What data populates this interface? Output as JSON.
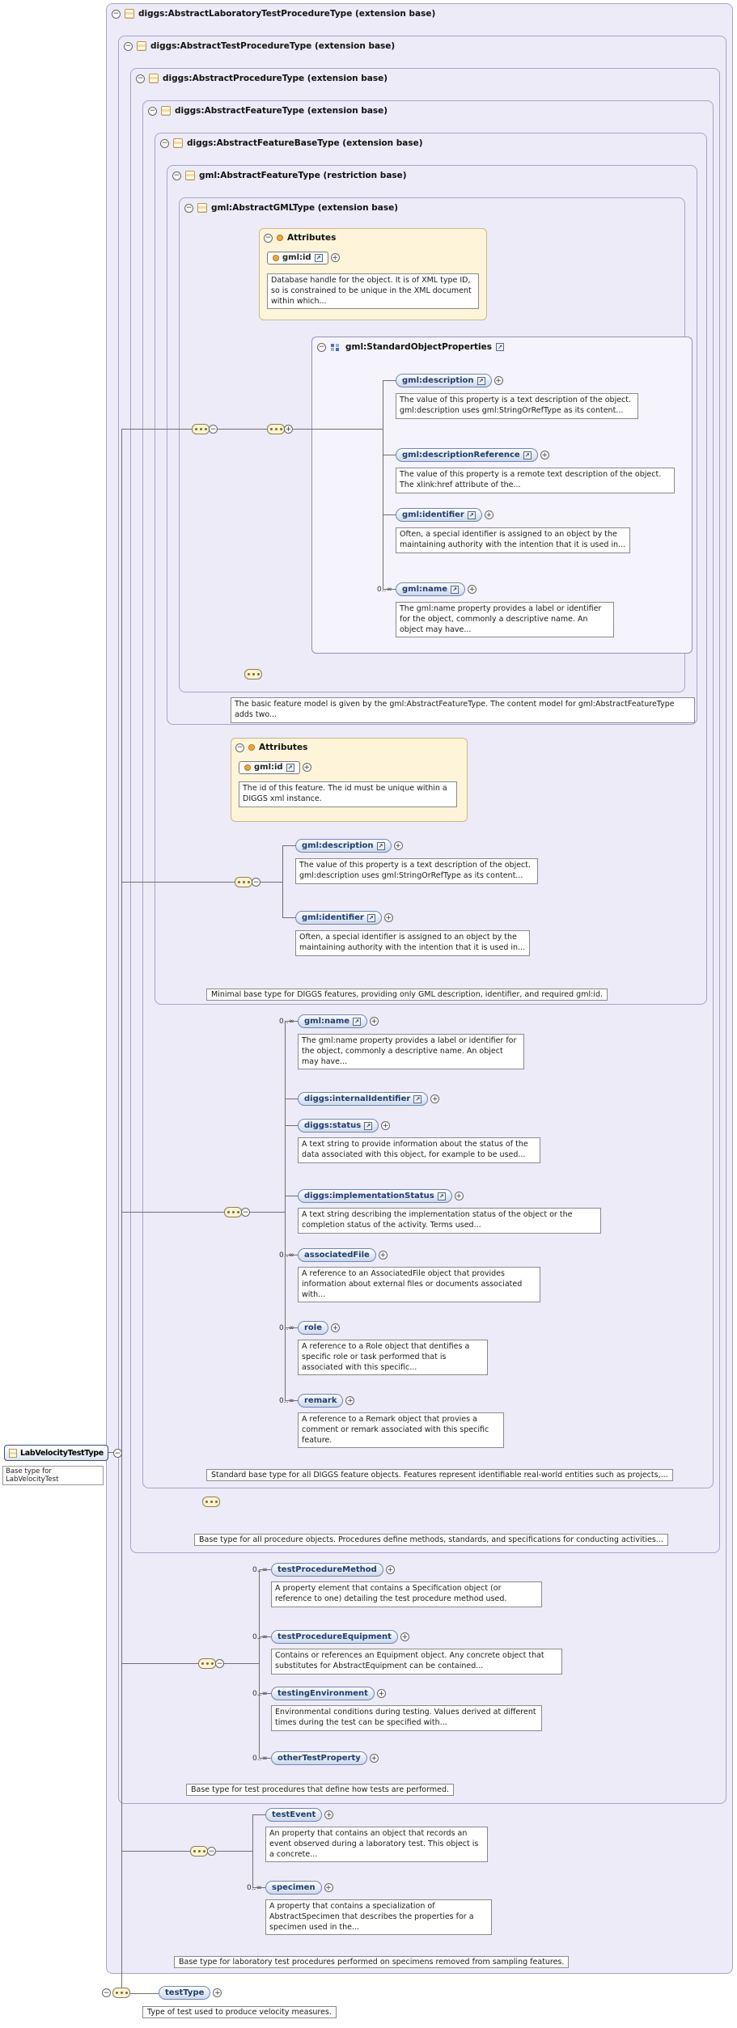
{
  "icons": {
    "collapse": "−",
    "expand": "+",
    "ref": "↗"
  },
  "main_element": {
    "label": "LabVelocityTestType",
    "note": "Base type for LabVelocityTest"
  },
  "footer": {
    "element": "testType",
    "doc": "Type of test used to produce velocity measures."
  },
  "type_boxes": {
    "b1": {
      "title": "diggs:AbstractLaboratoryTestProcedureType (extension base)",
      "annotation": "Base type for laboratory test procedures performed on specimens removed from sampling features."
    },
    "b2": {
      "title": "diggs:AbstractTestProcedureType (extension base)",
      "annotation": "Base type for test procedures that define how tests are performed."
    },
    "b3": {
      "title": "diggs:AbstractProcedureType (extension base)",
      "annotation": "Base type for all procedure objects. Procedures define methods, standards, and specifications for conducting activities..."
    },
    "b4": {
      "title": "diggs:AbstractFeatureType (extension base)",
      "annotation": "Standard base type for all DIGGS feature objects. Features represent identifiable real-world entities such as projects,..."
    },
    "b5": {
      "title": "diggs:AbstractFeatureBaseType (extension base)",
      "annotation": "Minimal base type for DIGGS features, providing only GML description, identifier, and required gml:id."
    },
    "b6": {
      "title": "gml:AbstractFeatureType (restriction base)",
      "annotation": "The basic feature model is given by the gml:AbstractFeatureType. The content model for gml:AbstractFeatureType adds two..."
    },
    "b7": {
      "title": "gml:AbstractGMLType (extension base)"
    },
    "sop": {
      "title": "gml:StandardObjectProperties"
    }
  },
  "attribute_boxes": {
    "a1": {
      "header": "Attributes",
      "name": "gml:id",
      "doc": "Database handle for the object. It is of XML type ID, so is constrained to be unique in the XML document within which..."
    },
    "a2": {
      "header": "Attributes",
      "name": "gml:id",
      "doc": "The id of this feature. The id must be unique within a DIGGS xml instance."
    }
  },
  "groups": {
    "standard_object_properties": {
      "e1": {
        "label": "gml:description",
        "occurs": "",
        "doc": "The value of this property is a text description of the object. gml:description uses gml:StringOrRefType as its content..."
      },
      "e2": {
        "label": "gml:descriptionReference",
        "occurs": "",
        "doc": "The value of this property is a remote text description of the object. The xlink:href attribute of the..."
      },
      "e3": {
        "label": "gml:identifier",
        "occurs": "",
        "doc": "Often, a special identifier is assigned to an object by the maintaining authority with the intention that it is used in..."
      },
      "e4": {
        "label": "gml:name",
        "occurs": "0..∞",
        "doc": "The gml:name property provides a label or identifier for the object, commonly a descriptive name. An object may have..."
      }
    },
    "gml_feature": {
      "e1": {
        "label": "gml:description",
        "occurs": "",
        "doc": "The value of this property is a text description of the object. gml:description uses gml:StringOrRefType as its content..."
      },
      "e2": {
        "label": "gml:identifier",
        "occurs": "",
        "doc": "Often, a special identifier is assigned to an object by the maintaining authority with the intention that it is used in..."
      }
    },
    "feature_base": {
      "e1": {
        "label": "gml:name",
        "occurs": "0..∞",
        "doc": "The gml:name property provides a label or identifier for the object, commonly a descriptive name. An object may have..."
      },
      "e2": {
        "label": "diggs:internalIdentifier",
        "occurs": "",
        "doc": ""
      },
      "e3": {
        "label": "diggs:status",
        "occurs": "",
        "doc": "A text string to provide information about the status of the data associated with this object, for example to be used..."
      },
      "e4": {
        "label": "diggs:implementationStatus",
        "occurs": "",
        "doc": "A text string describing the implementation status of the object or the completion status of the activity. Terms used..."
      },
      "e5": {
        "label": "associatedFile",
        "occurs": "0..∞",
        "doc": "A reference to an AssociatedFile object that provides information about external files or documents associated with..."
      },
      "e6": {
        "label": "role",
        "occurs": "0..∞",
        "doc": "A reference to a Role object that dentifies a specific role or task performed that is associated with this specific..."
      },
      "e7": {
        "label": "remark",
        "occurs": "0..∞",
        "doc": "A reference to a Remark object that provies a comment or remark associated with this specific feature."
      }
    },
    "procedure": {
      "e1": {
        "label": "testProcedureMethod",
        "occurs": "0..∞",
        "doc": "A property element that contains a Specification object (or reference to one) detailing the test procedure method used."
      },
      "e2": {
        "label": "testProcedureEquipment",
        "occurs": "0..∞",
        "doc": "Contains or references an Equipment object. Any concrete object that substitutes for AbstractEquipment can be contained..."
      },
      "e3": {
        "label": "testingEnvironment",
        "occurs": "0..∞",
        "doc": "Environmental conditions during testing. Values derived at different times during the test can be specified with..."
      },
      "e4": {
        "label": "otherTestProperty",
        "occurs": "0..∞",
        "doc": ""
      }
    },
    "lab_test": {
      "e1": {
        "label": "testEvent",
        "occurs": "",
        "doc": "An property that contains an object that records an event observed during a laboratory test. This object is a concrete..."
      },
      "e2": {
        "label": "specimen",
        "occurs": "0..∞",
        "doc": "A property that contains a specialization of AbstractSpecimen that describes the properties for a specimen used in the..."
      }
    }
  }
}
